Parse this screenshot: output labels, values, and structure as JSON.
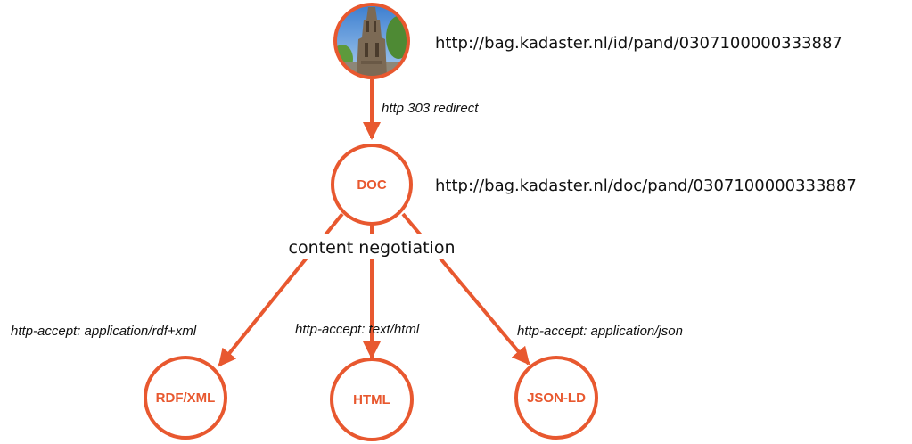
{
  "colors": {
    "accent": "#e8582f",
    "text": "#111111",
    "background": "#ffffff"
  },
  "nodes": {
    "id": {
      "uri": "http://bag.kadaster.nl/id/pand/0307100000333887",
      "image": "church-tower-photo"
    },
    "doc": {
      "label": "DOC",
      "uri": "http://bag.kadaster.nl/doc/pand/0307100000333887"
    },
    "rdf": {
      "label": "RDF/XML"
    },
    "html": {
      "label": "HTML"
    },
    "json": {
      "label": "JSON-LD"
    }
  },
  "edges": {
    "redirect": "http 303 redirect",
    "content_negotiation": "content negotiation",
    "accept_rdf": "http-accept: application/rdf+xml",
    "accept_html": "http-accept: text/html",
    "accept_json": "http-accept: application/json"
  }
}
